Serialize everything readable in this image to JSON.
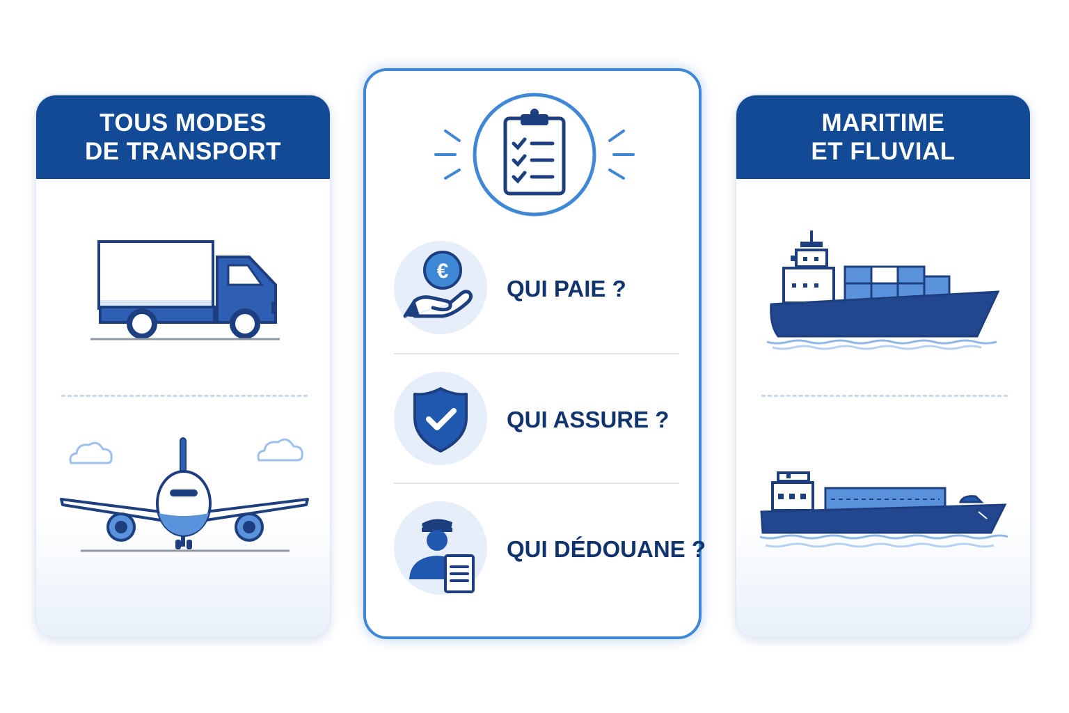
{
  "left_card": {
    "title": "TOUS MODES\nDE TRANSPORT",
    "icons": [
      "truck-icon",
      "airplane-icon",
      "cloud-icon"
    ]
  },
  "center_card": {
    "header_icon": "clipboard-checklist-icon",
    "questions": [
      {
        "label": "QUI PAIE ?",
        "icon": "hand-euro-coin-icon"
      },
      {
        "label": "QUI ASSURE ?",
        "icon": "shield-check-icon"
      },
      {
        "label": "QUI DÉDOUANE ?",
        "icon": "customs-officer-document-icon"
      }
    ]
  },
  "right_card": {
    "title": "MARITIME\nET FLUVIAL",
    "icons": [
      "container-ship-icon",
      "river-barge-icon"
    ]
  },
  "colors": {
    "header_blue": "#124a96",
    "accent_blue": "#3f88d6",
    "light_blue": "#e6eef9",
    "text_navy": "#12346e"
  }
}
